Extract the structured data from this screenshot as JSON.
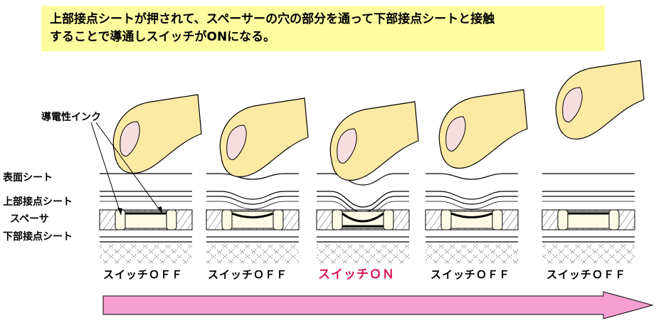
{
  "caption": {
    "line1": "上部接点シートが押されて、スペーサーの穴の部分を通って下部接点シートと接触",
    "line2": "することで導通しスイッチがONになる。"
  },
  "labels": {
    "ink": "導電性インク",
    "surface": "表面シート",
    "upper": "上部接点シート",
    "spacer": "スペーサ",
    "lower": "下部接点シート"
  },
  "stages": [
    {
      "state": "スイッチＯＦＦ",
      "press": 0
    },
    {
      "state": "スイッチＯＦＦ",
      "press": 0.5
    },
    {
      "state": "スイッチＯＮ",
      "press": 1
    },
    {
      "state": "スイッチＯＦＦ",
      "press": 0.5
    },
    {
      "state": "スイッチＯＦＦ",
      "press": 0
    }
  ],
  "colors": {
    "caption_bg": "#fefc9f",
    "on_text": "#d6175a",
    "finger": "#fce9a4",
    "nail": "#f7dde0",
    "spacer_block": "#fdfbe6",
    "arrow": "#f79fd0"
  },
  "icons": [
    "finger-icon",
    "arrow-right-icon"
  ]
}
